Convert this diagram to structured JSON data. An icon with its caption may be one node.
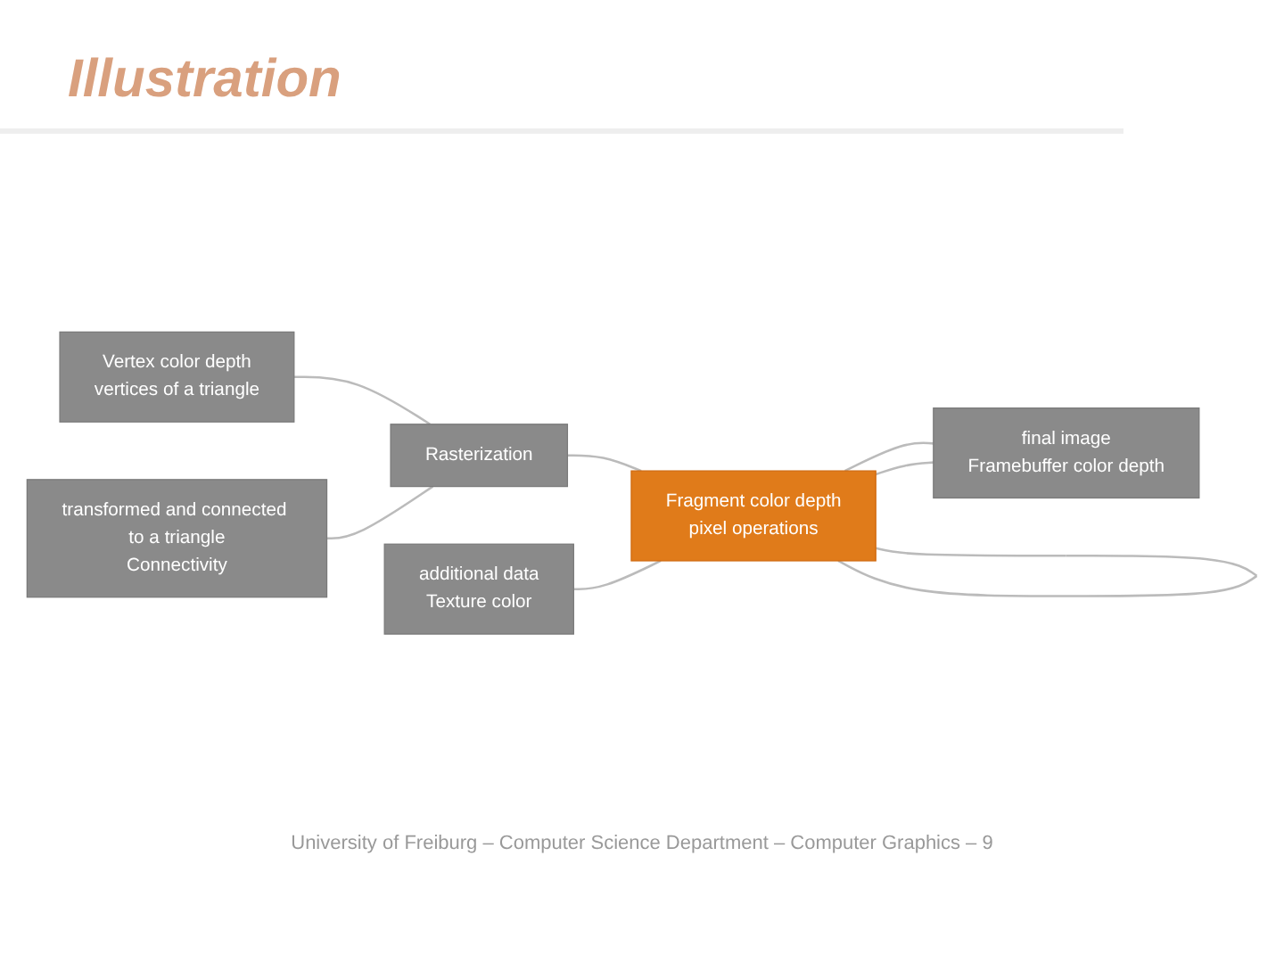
{
  "diagram": {
    "title": "Illustration",
    "nodes": [
      {
        "text": [
          "Vertex color depth",
          "vertices of a triangle"
        ]
      },
      {
        "text": [
          "transformed and connected to a triangle",
          "Connectivity"
        ]
      },
      {
        "text": [
          "Rasterization"
        ]
      },
      {
        "text": [
          "additional data",
          "Texture color"
        ]
      },
      {
        "text": [
          "Fragment color depth",
          "pixel operations"
        ]
      },
      {
        "text": [
          "final image",
          "Framebuffer color depth"
        ]
      }
    ],
    "edges": [
      {
        "from": 0,
        "to": 2,
        "arrow": "none"
      },
      {
        "from": 1,
        "to": 2,
        "arrow": "none"
      },
      {
        "from": 2,
        "to": 4,
        "arrow": "none"
      },
      {
        "from": 3,
        "to": 4,
        "arrow": "none"
      },
      {
        "from": 4,
        "to": 5,
        "arrow": "none"
      },
      {
        "from": 4,
        "to": 4,
        "arrow": "none"
      },
      {
        "from": 5,
        "to": 4,
        "arrow": "none"
      }
    ],
    "caption": "University of Freiburg – Computer Science Department – Computer Graphics – 9"
  }
}
